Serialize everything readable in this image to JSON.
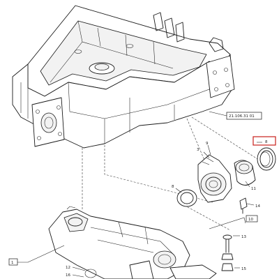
{
  "callouts": {
    "ref_box": "21.106.31 01",
    "highlight": "8",
    "c3": "3",
    "c11": "11",
    "c9": "9",
    "c13": "13",
    "c14": "14",
    "c8b": "8",
    "c10": "10",
    "c15": "15",
    "c1": "1",
    "c12": "12",
    "c16": "16"
  },
  "colors": {
    "line": "#1a1a1a",
    "highlight": "#c8201c",
    "background": "#ffffff"
  }
}
